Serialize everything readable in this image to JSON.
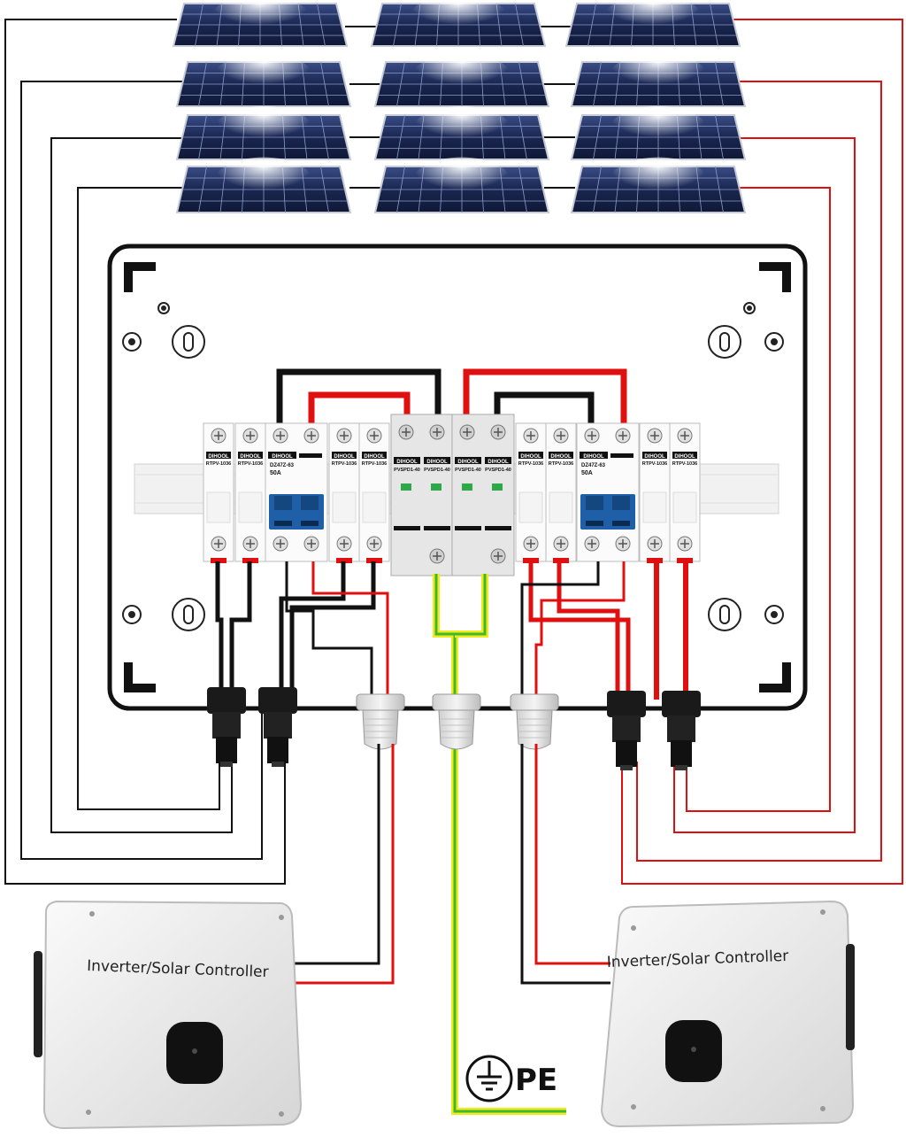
{
  "colors": {
    "positive": "#e01010",
    "negative": "#111111",
    "earth_green": "#3cb832",
    "earth_yellow": "#f2ea1a",
    "panel_cell": "#1c2a52",
    "din_blue": "#1f5fa8"
  },
  "breakers": [
    {
      "brand": "DIHOOL",
      "model": "RTPV-1036",
      "k": "b1"
    },
    {
      "brand": "DIHOOL",
      "model": "RTPV-1036",
      "k": "b2"
    },
    {
      "brand": "DIHOOL",
      "model": "DZ47Z-63",
      "sub": "50A",
      "k": "b3"
    },
    {
      "brand": "DIHOOL",
      "model": "RTPV-1036",
      "k": "b4"
    },
    {
      "brand": "DIHOOL",
      "model": "RTPV-1036",
      "k": "b5"
    }
  ],
  "spd": [
    {
      "brand": "DIHOOL",
      "model": "PVSPD1-40"
    },
    {
      "brand": "DIHOOL",
      "model": "PVSPD1-40"
    },
    {
      "brand": "DIHOOL",
      "model": "PVSPD1-40"
    },
    {
      "brand": "DIHOOL",
      "model": "PVSPD1-40"
    }
  ],
  "right_breakers": [
    {
      "brand": "DIHOOL",
      "model": "RTPV-1036"
    },
    {
      "brand": "DIHOOL",
      "model": "RTPV-1036"
    },
    {
      "brand": "DIHOOL",
      "model": "DZ47Z-63",
      "sub": "50A"
    },
    {
      "brand": "DIHOOL",
      "model": "RTPV-1036"
    },
    {
      "brand": "DIHOOL",
      "model": "RTPV-1036"
    }
  ],
  "inverter_left": {
    "label": "Inverter/Solar Controller"
  },
  "inverter_right": {
    "label": "Inverter/Solar Controller"
  },
  "pe": {
    "label": "PE"
  },
  "icons": [
    "solar-panel-icon",
    "earth-ground-icon"
  ]
}
